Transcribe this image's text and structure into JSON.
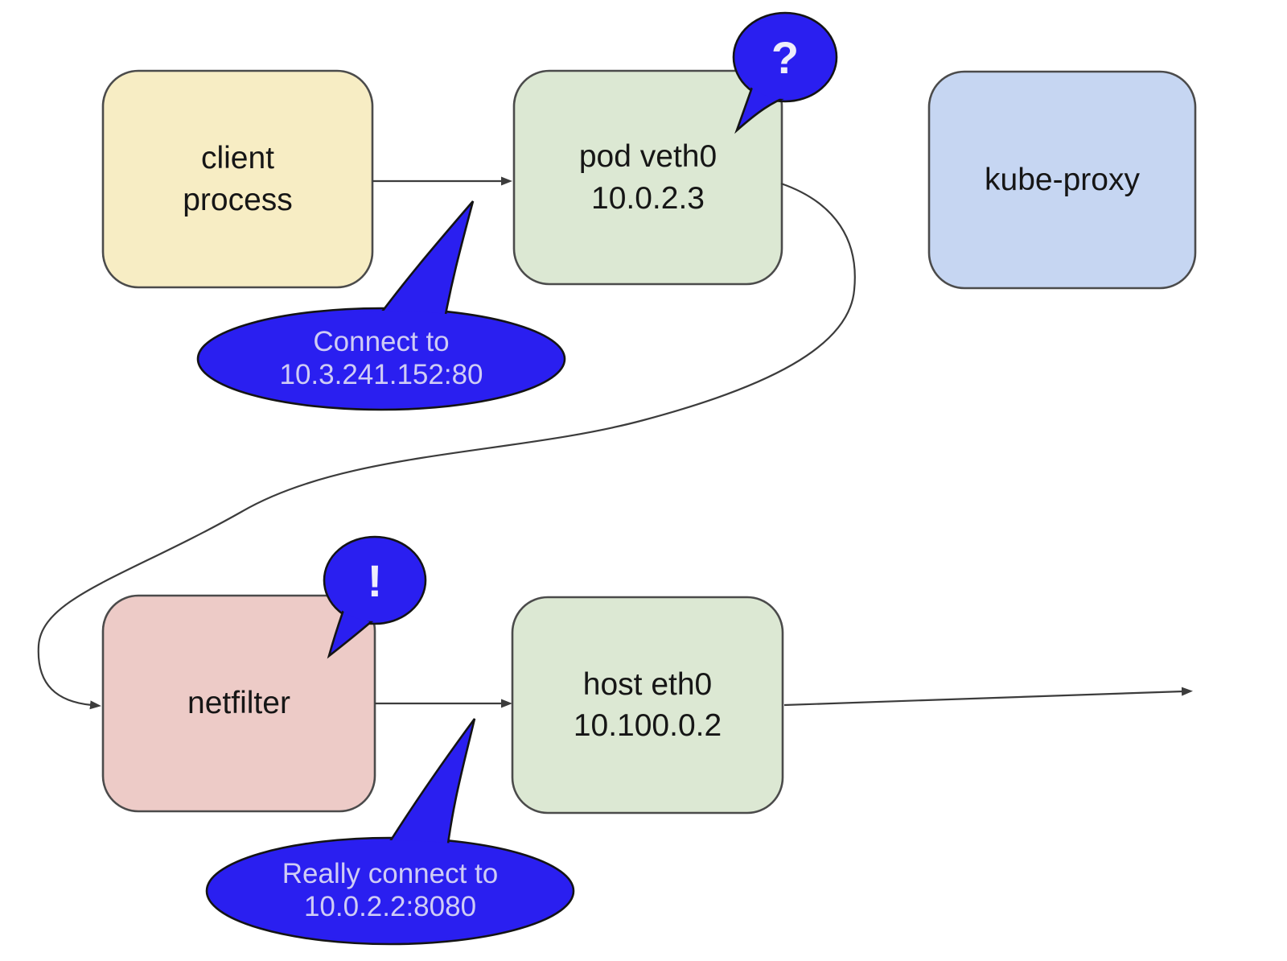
{
  "nodes": {
    "client": {
      "line1": "client",
      "line2": "process"
    },
    "pod": {
      "line1": "pod veth0",
      "line2": "10.0.2.3"
    },
    "kube_proxy": {
      "line1": "kube-proxy"
    },
    "netfilter": {
      "line1": "netfilter"
    },
    "host": {
      "line1": "host eth0",
      "line2": "10.100.0.2"
    }
  },
  "callouts": {
    "connect": {
      "line1": "Connect to",
      "line2": "10.3.241.152:80"
    },
    "really_connect": {
      "line1": "Really connect to",
      "line2": "10.0.2.2:8080"
    },
    "question_badge": {
      "glyph": "?"
    },
    "exclaim_badge": {
      "glyph": "!"
    }
  },
  "colors": {
    "background": "#ffffff",
    "node_client_fill": "#f7edc4",
    "node_pod_fill": "#dce8d3",
    "node_kube_fill": "#c6d6f2",
    "node_netfilter_fill": "#edcbc7",
    "node_host_fill": "#dce8d3",
    "node_border": "#4b4b4b",
    "node_text": "#161616",
    "callout_fill": "#2a1ff0",
    "callout_border": "#141414",
    "callout_text": "#cfccf5",
    "badge_text": "#eeedfb",
    "arrow": "#3c3c3c"
  }
}
